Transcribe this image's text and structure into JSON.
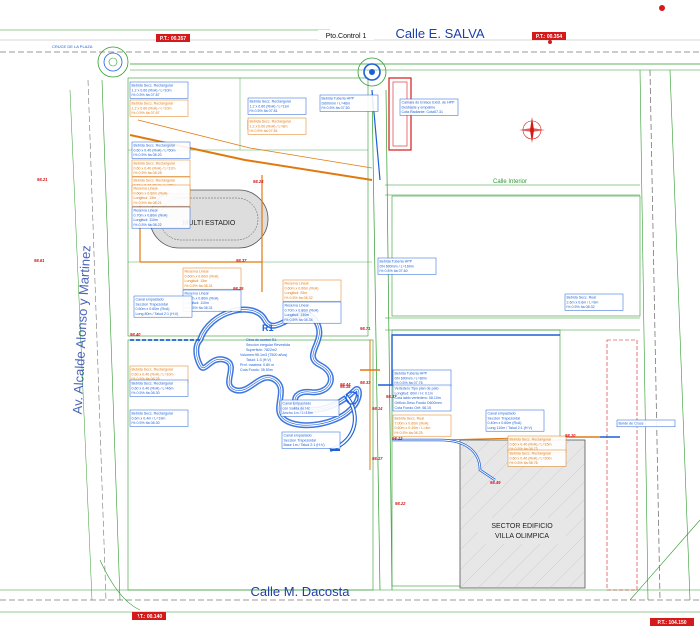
{
  "streets": {
    "top": "Calle E. SALVA",
    "bottom": "Calle M. Dacosta",
    "left": "Av. Alcalde Alonso y Martinez",
    "interior": "Calle Interior"
  },
  "control": {
    "label": "Pto.Control 1"
  },
  "left_corner_label": "CRUCE DE LA PLAZA",
  "pk_tags": {
    "top_left": "P.T.: 00.357",
    "top_right": "P.T.: 00.354",
    "bottom_left": "P.T.: 00.140",
    "bottom_right": "P.T.: 104.150"
  },
  "zones": {
    "stadium": "MULTI ESTADIO",
    "sector_line1": "SECTOR EDIFICIO",
    "sector_line2": "VILLA OLIMPICA",
    "r1": "R1"
  },
  "r1_notes": [
    "Obra de control R1",
    "Seccion irregular Revestida",
    "Superficie: 7822m2",
    "Volumen:96.1m3 (T500 años)",
    "Talud: 1:3 (H:V)",
    "Prof. maxima: 0.80 m",
    "Cota Fondo: 35.50m"
  ],
  "annotations": [
    {
      "id": "a1",
      "lines": [
        "Bebida Secc. Rectangular",
        "1.2 x 0.60 (RxA) / L=10m",
        "i% 0.5%   Ita 07.87"
      ],
      "color": "blue"
    },
    {
      "id": "a2",
      "lines": [
        "Bebida Secc. Rectangular",
        "1.2 x 0.60 (RxA) / L=10m",
        "i% 0.5%   Ita 07.87"
      ],
      "color": "orange"
    },
    {
      "id": "a3",
      "lines": [
        "Bebida Secc. Rectangular",
        "1.2 x 0.60 (RxA) / L=11m",
        "i% 0.5%   Ita 07.81"
      ],
      "color": "blue"
    },
    {
      "id": "a4",
      "lines": [
        "Bebida Secc. Rectangular",
        "1.2 x 0.60 (RxA) / L=8m",
        "i% 0.5%   Ita 07.81"
      ],
      "color": "orange"
    },
    {
      "id": "a5",
      "lines": [
        "Bebida Tuberia HPP",
        "D600mm / L=46m",
        "i% 0.5%   Ita 07.50"
      ],
      "color": "blue"
    },
    {
      "id": "a6",
      "lines": [
        "Camara de Enlace Exist. de HPP",
        "Desbaste y empalme",
        "Cota Radiante: Cota07.31"
      ],
      "color": "blue"
    },
    {
      "id": "a7",
      "lines": [
        "Bebida Secc. Rectangular",
        "0.60 x 0.40 (RxA) / L=50m",
        "i% 0.5%   Ita 08.20"
      ],
      "color": "blue"
    },
    {
      "id": "a8",
      "lines": [
        "Bebida Secc. Rectangular",
        "0.60 x 0.40 (RxA) / L=12m",
        "i% 0.5%   Ita 08.28"
      ],
      "color": "orange"
    },
    {
      "id": "a9",
      "lines": [
        "Bebida Secc. Rectangular",
        "0.60 x 0.40 (RxA) / L=25m",
        "i% 0.5%   Ita 08.22"
      ],
      "color": "orange"
    },
    {
      "id": "a10",
      "lines": [
        "Reserva Lineal",
        "0.60m x 0.60m (RxA)",
        "Longitud: 15m",
        "i% 0.5%   Ita 08.21"
      ],
      "color": "orange"
    },
    {
      "id": "a11",
      "lines": [
        "Reserva Lineal",
        "0.70m x 0.80m (RxA)",
        "Longitud: 110m",
        "i% 0.5%   Ita 08.22"
      ],
      "color": "blue"
    },
    {
      "id": "a12",
      "lines": [
        "Bebida Tuberia HPP",
        "DN 600mm / L=160m",
        "i% 0.5%   Ita 07.60"
      ],
      "color": "blue"
    },
    {
      "id": "a13",
      "lines": [
        "Reserva Lineal",
        "0.60m x 0.60m (RxA)",
        "Longitud: 15m",
        "i% 0.5%   Ita 08.31"
      ],
      "color": "orange"
    },
    {
      "id": "a14",
      "lines": [
        "Reserva Lineal",
        "0.70m x 0.80m (RxA)",
        "Longitud: 110m",
        "i% 0.5%   Ita 08.31"
      ],
      "color": "blue"
    },
    {
      "id": "a15",
      "lines": [
        "Reserva Lineal",
        "0.60m x 0.60m (RxA)",
        "Longitud: 25m",
        "i% 0.5%   Ita 08.32"
      ],
      "color": "orange"
    },
    {
      "id": "a16",
      "lines": [
        "Reserva Lineal",
        "0.70m x 0.80m (RxA)",
        "Longitud: 130m",
        "i% 0.5%   Ita 08.34"
      ],
      "color": "blue"
    },
    {
      "id": "a17",
      "lines": [
        "Canal empastado",
        "Seccion Trapezoidal",
        "0.60m x 0.60m (RxA)",
        "Long 80m / Talud 2:1 (H:V)"
      ],
      "color": "blue"
    },
    {
      "id": "a18",
      "lines": [
        "Bebida Secc. Rectangular",
        "0.60 x 0.40 (RxA) / L=10m",
        "i% 0.5%   Ita 08.25"
      ],
      "color": "orange"
    },
    {
      "id": "a19",
      "lines": [
        "Bebida Secc. Rectangular",
        "0.60 x 0.40 (RxA) / L=46m",
        "i% 0.5%   Ita 08.30"
      ],
      "color": "blue"
    },
    {
      "id": "a20",
      "lines": [
        "Bebida Secc. Rectangular",
        "0.6m x 0.4m / L=19m",
        "i% 0.5%   Ita 08.30"
      ],
      "color": "blue"
    },
    {
      "id": "a21",
      "lines": [
        "Bebida Tuberia HPP",
        "DN 600mm / L=80m",
        "i% 0.5%   Ita 07.76"
      ],
      "color": "blue"
    },
    {
      "id": "a22",
      "lines": [
        "Vertedero Tipo plan de pato",
        "Longitud: 60m / H: 0.1m",
        "Cota labio vertedero: 08.10m",
        "Orificio Desc.Fondo D600mm",
        "Cota Fondo Orif: 08.15"
      ],
      "color": "blue"
    },
    {
      "id": "a23",
      "lines": [
        "Canal Empastado",
        "con Salida de Hc",
        "Ancho 1m / L=15m"
      ],
      "color": "blue"
    },
    {
      "id": "a24",
      "lines": [
        "Canal empastado",
        "Seccion Trapezoidal",
        "Base 1m / Talud 2:1 (H:V)"
      ],
      "color": "blue"
    },
    {
      "id": "a25",
      "lines": [
        "Bebida Secc. Real",
        "7.00m x 0.60m (RxA)",
        "0.60m x 0.40m / L=4m",
        "i% 0.5%   Ita 08.25"
      ],
      "color": "orange"
    },
    {
      "id": "a26",
      "lines": [
        "Canal empastado",
        "Seccion Trapezoidal",
        "0.40m x 0.60m (RxA)",
        "Long 110m / Talud 2:1 (H:V)"
      ],
      "color": "blue"
    },
    {
      "id": "a27",
      "lines": [
        "Bebida Secc. Rectangular",
        "0.60 x 0.40 (RxA) / L=15m",
        "i% 0.5%   Ita 08.73"
      ],
      "color": "orange"
    },
    {
      "id": "a28",
      "lines": [
        "Bebida Secc. Rectangular",
        "0.60 x 0.40 (RxA) / L=20m",
        "i% 0.5%   Ita 08.76"
      ],
      "color": "orange"
    },
    {
      "id": "a29",
      "lines": [
        "Bebida Secc. Real",
        "2.6m x 0.6m / L=9m",
        "i% 0.5%   Ita 08.32"
      ],
      "color": "blue"
    },
    {
      "id": "a30",
      "lines": [
        "Borde de Cruce"
      ],
      "color": "blue"
    }
  ],
  "levels": [
    "98.61",
    "98.24",
    "98.21",
    "98.37",
    "98.71",
    "98.40",
    "98.25",
    "98.33",
    "98.37",
    "98.44",
    "98.14",
    "98.12",
    "98.10",
    "98.17",
    "98.22",
    "98.49",
    "98.18"
  ],
  "colors": {
    "street_text": "#1e3ea8",
    "green": "#2e9a2e",
    "blue": "#1c5fd8",
    "orange": "#e07a10",
    "red": "#d41a1a",
    "gray": "#888888"
  }
}
